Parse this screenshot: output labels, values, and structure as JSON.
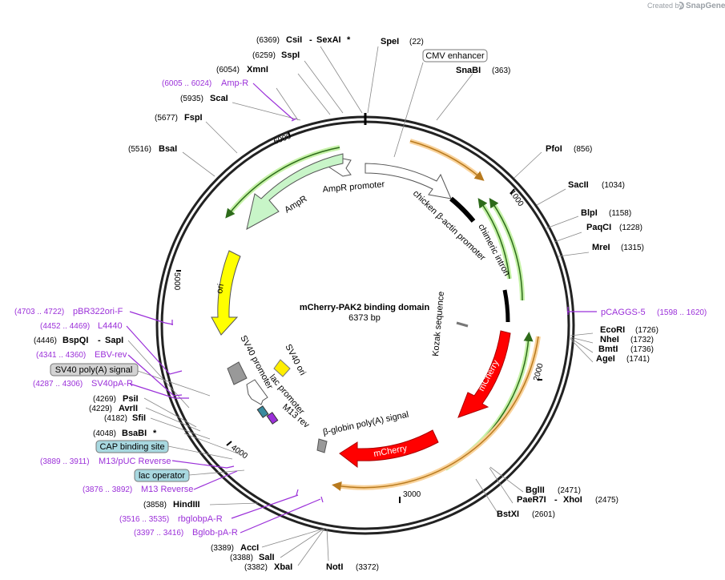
{
  "header": {
    "created_by": "Created by",
    "brand": "SnapGene"
  },
  "plasmid": {
    "name": "mCherry-PAK2 binding domain",
    "size": "6373 bp"
  },
  "ticks": [
    "1000",
    "2000",
    "3000",
    "4000",
    "5000",
    "6000"
  ],
  "enzymes": [
    {
      "name": "SpeI",
      "pos": "(22)"
    },
    {
      "name": "SnaBI",
      "pos": "(363)"
    },
    {
      "name": "PfoI",
      "pos": "(856)"
    },
    {
      "name": "SacII",
      "pos": "(1034)"
    },
    {
      "name": "BlpI",
      "pos": "(1158)"
    },
    {
      "name": "PaqCI",
      "pos": "(1228)"
    },
    {
      "name": "MreI",
      "pos": "(1315)"
    },
    {
      "name": "EcoRI",
      "pos": "(1726)"
    },
    {
      "name": "NheI",
      "pos": "(1732)"
    },
    {
      "name": "BmtI",
      "pos": "(1736)"
    },
    {
      "name": "AgeI",
      "pos": "(1741)"
    },
    {
      "name": "BglII",
      "pos": "(2471)"
    },
    {
      "name": "PaeR7I",
      "pos": "(2475)",
      "partner": "XhoI"
    },
    {
      "name": "BstXI",
      "pos": "(2601)"
    },
    {
      "name": "NotI",
      "pos": "(3372)"
    },
    {
      "name": "XbaI",
      "pos": "(3382)"
    },
    {
      "name": "SalI",
      "pos": "(3388)"
    },
    {
      "name": "AccI",
      "pos": "(3389)"
    },
    {
      "name": "HindIII",
      "pos": "(3858)"
    },
    {
      "name": "BsaBI",
      "pos": "(4048)",
      "star": "*"
    },
    {
      "name": "SfiI",
      "pos": "(4182)"
    },
    {
      "name": "AvrII",
      "pos": "(4229)"
    },
    {
      "name": "PsiI",
      "pos": "(4269)"
    },
    {
      "name": "BspQI",
      "pos": "(4446)",
      "partner": "SapI"
    },
    {
      "name": "BsaI",
      "pos": "(5516)"
    },
    {
      "name": "FspI",
      "pos": "(5677)"
    },
    {
      "name": "ScaI",
      "pos": "(5935)"
    },
    {
      "name": "XmnI",
      "pos": "(6054)"
    },
    {
      "name": "SspI",
      "pos": "(6259)"
    },
    {
      "name": "CsiI",
      "pos": "(6369)",
      "partner": "SexAI",
      "star": "*"
    }
  ],
  "primers": [
    {
      "name": "Amp-R",
      "pos": "(6005 .. 6024)"
    },
    {
      "name": "pCAGGS-5",
      "pos": "(1598 .. 1620)"
    },
    {
      "name": "pBR322ori-F",
      "pos": "(4703 .. 4722)"
    },
    {
      "name": "L4440",
      "pos": "(4452 .. 4469)"
    },
    {
      "name": "EBV-rev",
      "pos": "(4341 .. 4360)"
    },
    {
      "name": "SV40pA-R",
      "pos": "(4287 .. 4306)"
    },
    {
      "name": "M13/pUC Reverse",
      "pos": "(3889 .. 3911)"
    },
    {
      "name": "M13 Reverse",
      "pos": "(3876 .. 3892)"
    },
    {
      "name": "rbglobpA-R",
      "pos": "(3516 .. 3535)"
    },
    {
      "name": "Bglob-pA-R",
      "pos": "(3397 .. 3416)"
    }
  ],
  "boxed_labels": {
    "cmv_enhancer": "CMV enhancer",
    "sv40_polya": "SV40 poly(A) signal",
    "cap_binding": "CAP binding site",
    "lac_operator": "lac operator"
  },
  "features": {
    "ampr_promoter": "AmpR promoter",
    "ampr": "AmpR",
    "ori": "ori",
    "chicken_actin": "chicken β-actin promoter",
    "chimeric_intron": "chimeric intron",
    "kozak": "Kozak sequence",
    "mcherry_1": "mCherry",
    "mcherry_2": "mCherry",
    "globin_polya": "β-globin poly(A) signal",
    "sv40_ori": "SV40 ori",
    "sv40_promoter": "SV40 promoter",
    "lac_promoter": "lac promoter",
    "m13_rev": "M13 rev"
  },
  "colors": {
    "ampr": "#c8f5c8",
    "ori": "#ffff00",
    "mcherry": "#ff0000",
    "promoter": "#ffffff",
    "orange_arc": "#f5a623",
    "green_arc": "#4aa82a",
    "primer": "#9b30d9",
    "label_box": "#d3d3d3",
    "label_box_blue": "#a8d8e0"
  }
}
